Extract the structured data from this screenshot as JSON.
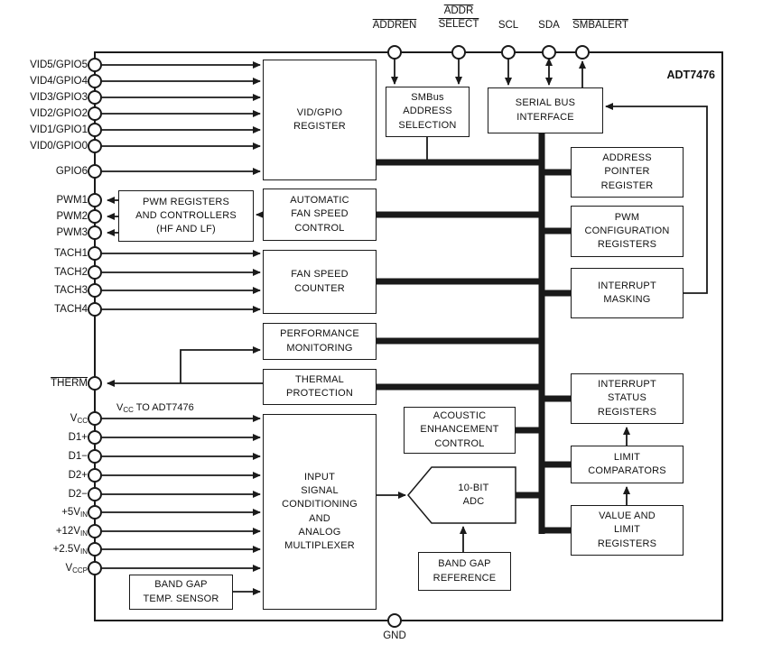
{
  "chip": {
    "name": "ADT7476"
  },
  "top_pins": [
    {
      "label": "ADDREN",
      "overline": true
    },
    {
      "label": "ADDR\nSELECT",
      "overline": true
    },
    {
      "label": "SCL",
      "overline": false
    },
    {
      "label": "SDA",
      "overline": false
    },
    {
      "label": "SMBALERT",
      "overline": true
    }
  ],
  "left_pins": [
    {
      "label": "VID5/GPIO5"
    },
    {
      "label": "VID4/GPIO4"
    },
    {
      "label": "VID3/GPIO3"
    },
    {
      "label": "VID2/GPIO2"
    },
    {
      "label": "VID1/GPIO1"
    },
    {
      "label": "VID0/GPIO0"
    },
    {
      "label": "GPIO6"
    },
    {
      "label": "PWM1"
    },
    {
      "label": "PWM2"
    },
    {
      "label": "PWM3"
    },
    {
      "label": "TACH1"
    },
    {
      "label": "TACH2"
    },
    {
      "label": "TACH3"
    },
    {
      "label": "TACH4"
    },
    {
      "label": "THERM",
      "overline": true
    },
    {
      "label": "V",
      "sub": "CC"
    },
    {
      "label": "D1+"
    },
    {
      "label": "D1−"
    },
    {
      "label": "D2+"
    },
    {
      "label": "D2−"
    },
    {
      "label": "+5V",
      "sub": "IN"
    },
    {
      "label": "+12V",
      "sub": "IN"
    },
    {
      "label": "+2.5V",
      "sub": "IN"
    },
    {
      "label": "V",
      "sub": "CCP"
    }
  ],
  "bottom_pins": [
    {
      "label": "GND"
    }
  ],
  "blocks": {
    "vid_gpio_register": "VID/GPIO\nREGISTER",
    "smbus_address_selection": "SMBus\nADDRESS\nSELECTION",
    "serial_bus_interface": "SERIAL BUS\nINTERFACE",
    "address_pointer_register": "ADDRESS\nPOINTER\nREGISTER",
    "pwm_configuration_registers": "PWM\nCONFIGURATION\nREGISTERS",
    "interrupt_masking": "INTERRUPT\nMASKING",
    "pwm_registers_and_controllers": "PWM REGISTERS\nAND CONTROLLERS\n(HF AND LF)",
    "automatic_fan_speed_control": "AUTOMATIC\nFAN SPEED\nCONTROL",
    "fan_speed_counter": "FAN SPEED\nCOUNTER",
    "performance_monitoring": "PERFORMANCE\nMONITORING",
    "thermal_protection": "THERMAL\nPROTECTION",
    "input_signal_conditioning": "INPUT\nSIGNAL\nCONDITIONING\nAND\nANALOG\nMULTIPLEXER",
    "acoustic_enhancement_control": "ACOUSTIC\nENHANCEMENT\nCONTROL",
    "adc": "10-BIT\nADC",
    "band_gap_reference": "BAND GAP\nREFERENCE",
    "band_gap_temp_sensor": "BAND GAP\nTEMP. SENSOR",
    "interrupt_status_registers": "INTERRUPT\nSTATUS\nREGISTERS",
    "limit_comparators": "LIMIT\nCOMPARATORS",
    "value_and_limit_registers": "VALUE AND\nLIMIT\nREGISTERS"
  },
  "annotations": {
    "vcc_note": {
      "pre": "V",
      "sub": "CC",
      "post": " TO ADT7476"
    }
  },
  "colors": {
    "line": "#1a1a1a",
    "background": "#ffffff",
    "text": "#111111"
  }
}
